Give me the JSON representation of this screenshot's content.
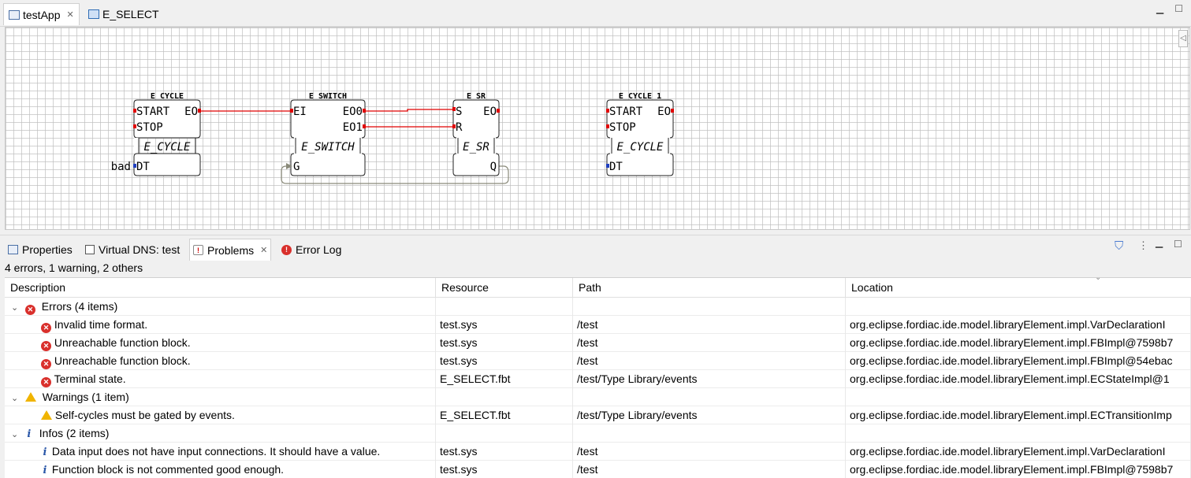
{
  "editor_tabs": [
    {
      "label": "testApp",
      "icon": "application-icon",
      "active": true,
      "closable": true
    },
    {
      "label": "E_SELECT",
      "icon": "fb-type-icon",
      "active": false,
      "closable": false
    }
  ],
  "diagram": {
    "blocks": [
      {
        "instance": "E_CYCLE",
        "type": "E_CYCLE",
        "event_inputs": [
          "START",
          "STOP"
        ],
        "event_outputs": [
          "EO"
        ],
        "data_inputs": [
          "DT"
        ],
        "data_outputs": [],
        "dt_value": "bad"
      },
      {
        "instance": "E_SWITCH",
        "type": "E_SWITCH",
        "event_inputs": [
          "EI"
        ],
        "event_outputs": [
          "EO0",
          "EO1"
        ],
        "data_inputs": [
          "G"
        ],
        "data_outputs": []
      },
      {
        "instance": "E_SR",
        "type": "E_SR",
        "event_inputs": [
          "S",
          "R"
        ],
        "event_outputs": [
          "EO"
        ],
        "data_inputs": [],
        "data_outputs": [
          "Q"
        ]
      },
      {
        "instance": "E_CYCLE_1",
        "type": "E_CYCLE",
        "event_inputs": [
          "START",
          "STOP"
        ],
        "event_outputs": [
          "EO"
        ],
        "data_inputs": [
          "DT"
        ],
        "data_outputs": []
      }
    ],
    "connections": [
      {
        "from": "E_CYCLE.EO",
        "to": "E_SWITCH.EI",
        "kind": "event"
      },
      {
        "from": "E_SWITCH.EO0",
        "to": "E_SR.S",
        "kind": "event"
      },
      {
        "from": "E_SWITCH.EO1",
        "to": "E_SR.R",
        "kind": "event"
      },
      {
        "from": "E_SR.Q",
        "to": "E_SWITCH.G",
        "kind": "data"
      }
    ],
    "colors": {
      "event_connection": "#e00000",
      "data_connection": "#8a8a7a",
      "event_pin": "#e00000",
      "data_pin": "#1f3fbf"
    }
  },
  "view_tabs": [
    {
      "label": "Properties",
      "icon": "properties-icon",
      "active": false
    },
    {
      "label": "Virtual DNS: test",
      "icon": "view-icon",
      "active": false
    },
    {
      "label": "Problems",
      "icon": "problems-icon",
      "active": true,
      "closable": true
    },
    {
      "label": "Error Log",
      "icon": "error-log-icon",
      "active": false
    }
  ],
  "problems": {
    "summary": "4 errors, 1 warning, 2 others",
    "columns": [
      "Description",
      "Resource",
      "Path",
      "Location"
    ],
    "groups": [
      {
        "label": "Errors (4 items)",
        "severity": "error",
        "items": [
          {
            "description": "Invalid time format.",
            "resource": "test.sys",
            "path": "/test",
            "location": "org.eclipse.fordiac.ide.model.libraryElement.impl.VarDeclarationI"
          },
          {
            "description": "Unreachable function block.",
            "resource": "test.sys",
            "path": "/test",
            "location": "org.eclipse.fordiac.ide.model.libraryElement.impl.FBImpl@7598b7"
          },
          {
            "description": "Unreachable function block.",
            "resource": "test.sys",
            "path": "/test",
            "location": "org.eclipse.fordiac.ide.model.libraryElement.impl.FBImpl@54ebac"
          },
          {
            "description": "Terminal state.",
            "resource": "E_SELECT.fbt",
            "path": "/test/Type Library/events",
            "location": "org.eclipse.fordiac.ide.model.libraryElement.impl.ECStateImpl@1"
          }
        ]
      },
      {
        "label": "Warnings (1 item)",
        "severity": "warning",
        "items": [
          {
            "description": "Self-cycles must be gated by events.",
            "resource": "E_SELECT.fbt",
            "path": "/test/Type Library/events",
            "location": "org.eclipse.fordiac.ide.model.libraryElement.impl.ECTransitionImp"
          }
        ]
      },
      {
        "label": "Infos (2 items)",
        "severity": "info",
        "items": [
          {
            "description": "Data input does not have input connections. It should have a value.",
            "resource": "test.sys",
            "path": "/test",
            "location": "org.eclipse.fordiac.ide.model.libraryElement.impl.VarDeclarationI"
          },
          {
            "description": "Function block is not commented good enough.",
            "resource": "test.sys",
            "path": "/test",
            "location": "org.eclipse.fordiac.ide.model.libraryElement.impl.FBImpl@7598b7"
          }
        ]
      }
    ]
  }
}
